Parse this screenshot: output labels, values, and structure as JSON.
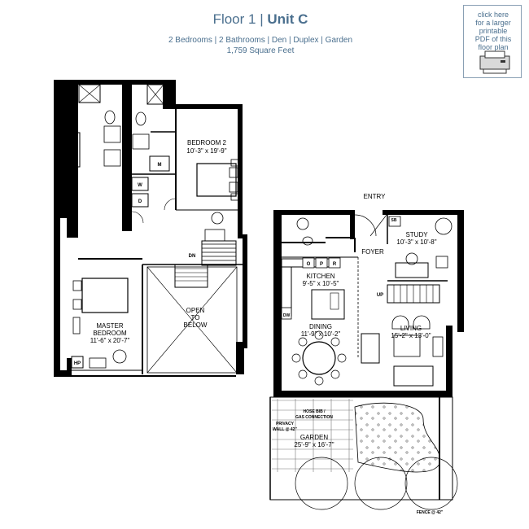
{
  "header": {
    "floor": "Floor 1",
    "separator": "|",
    "unit": "Unit C",
    "details": "2 Bedrooms | 2 Bathrooms | Den | Duplex | Garden",
    "sqft": "1,759 Square Feet"
  },
  "pdf_link": {
    "lines": [
      "click here",
      "for a larger",
      "printable",
      "PDF of this",
      "floor plan"
    ],
    "icon": "printer-icon"
  },
  "rooms": {
    "bedroom2": {
      "name": "BEDROOM 2",
      "dims": "10'-3\" x 19'-9\""
    },
    "master": {
      "name1": "MASTER",
      "name2": "BEDROOM",
      "dims": "11'-6\" x 20'-7\""
    },
    "open": {
      "l1": "OPEN",
      "l2": "TO",
      "l3": "BELOW"
    },
    "entry": "ENTRY",
    "study": {
      "name": "STUDY",
      "dims": "10'-3\" x 10'-8\""
    },
    "foyer": "FOYER",
    "kitchen": {
      "name": "KITCHEN",
      "dims": "9'-5\" x 10'-5\""
    },
    "dining": {
      "name": "DINING",
      "dims": "11'-9\" x 10'-2\""
    },
    "living": {
      "name": "LIVING",
      "dims": "15'-2\" x 13'-0\""
    },
    "garden": {
      "name": "GARDEN",
      "dims": "25'-9\" x 16'-7\""
    }
  },
  "labels": {
    "dn": "DN",
    "up": "UP",
    "hp": "HP",
    "m": "M",
    "w": "W",
    "d": "D",
    "o": "O",
    "p": "P",
    "r": "R",
    "dw": "DW",
    "sb": "SB",
    "hose1": "HOSE BIB /",
    "hose2": "GAS CONNECTION",
    "privacy1": "PRIVACY",
    "privacy2": "WALL @ 42\"",
    "fence": "FENCE @ 42\""
  },
  "colors": {
    "title": "#4a6f8e",
    "wall": "#000000",
    "fixture": "#555555"
  }
}
